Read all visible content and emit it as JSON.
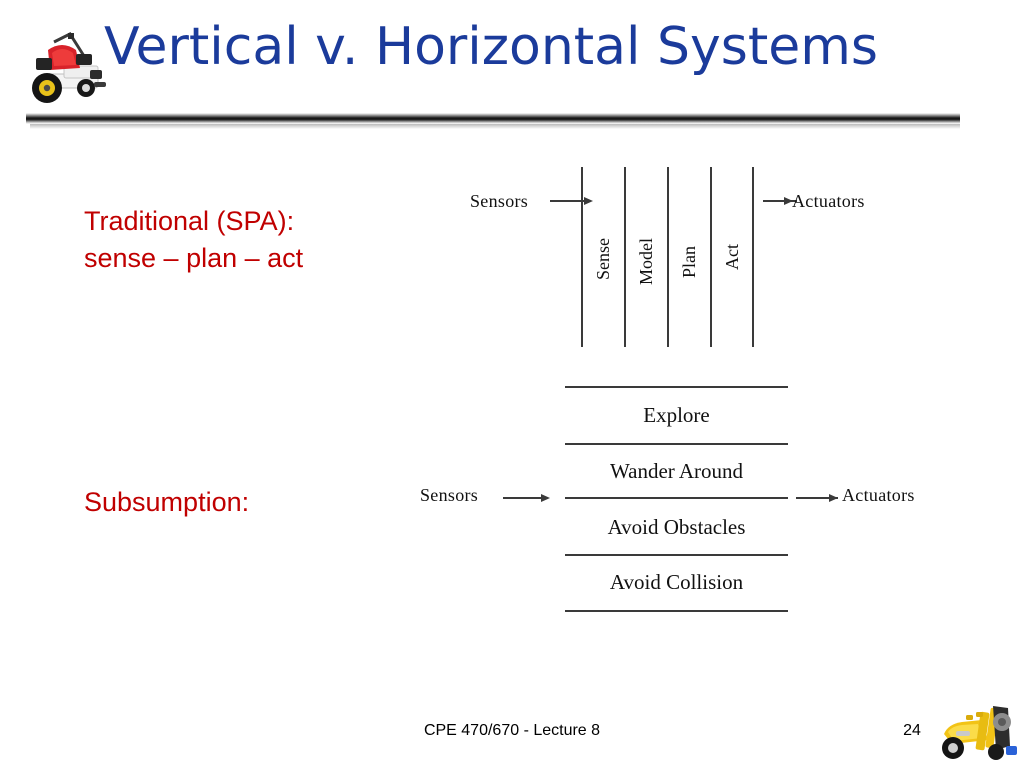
{
  "slide": {
    "title": "Vertical v. Horizontal Systems",
    "title_color": "#1b3b9b",
    "accent_red": "#c00000"
  },
  "icons": {
    "title_robot": "red-lego-robot-icon",
    "footer_robot": "yellow-lego-robot-icon"
  },
  "captions": {
    "traditional": "Traditional (SPA):\nsense – plan – act",
    "subsumption": "Subsumption:"
  },
  "spa_diagram": {
    "name": "vertical-spa-diagram",
    "input_label": "Sensors",
    "output_label": "Actuators",
    "columns": [
      "Sense",
      "Model",
      "Plan",
      "Act"
    ]
  },
  "subsumption_diagram": {
    "name": "horizontal-subsumption-diagram",
    "input_label": "Sensors",
    "output_label": "Actuators",
    "layers": [
      "Explore",
      "Wander Around",
      "Avoid Obstacles",
      "Avoid Collision"
    ]
  },
  "footer": {
    "course": "CPE 470/670 - Lecture 8",
    "page_number": "24"
  }
}
